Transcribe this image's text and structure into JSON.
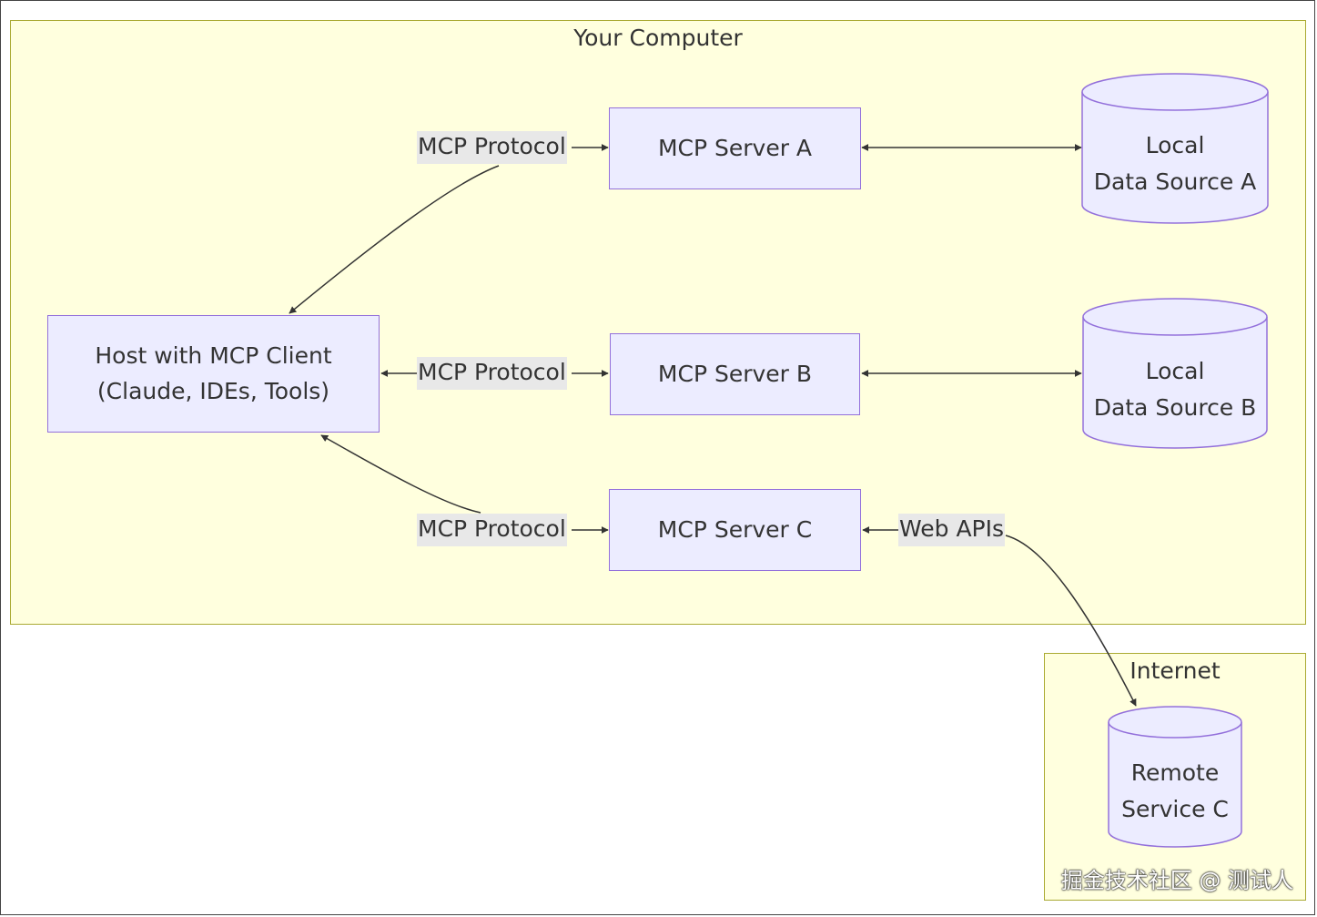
{
  "clusters": {
    "local": {
      "title": "Your Computer"
    },
    "internet": {
      "title": "Internet"
    }
  },
  "nodes": {
    "host": {
      "line1": "Host with MCP Client",
      "line2": "(Claude, IDEs, Tools)"
    },
    "server_a": {
      "label": "MCP Server A"
    },
    "server_b": {
      "label": "MCP Server B"
    },
    "server_c": {
      "label": "MCP Server C"
    },
    "source_a": {
      "line1": "Local",
      "line2": "Data Source A"
    },
    "source_b": {
      "line1": "Local",
      "line2": "Data Source B"
    },
    "remote_c": {
      "line1": "Remote",
      "line2": "Service C"
    }
  },
  "edges": {
    "host_a": "MCP Protocol",
    "host_b": "MCP Protocol",
    "host_c": "MCP Protocol",
    "c_remote": "Web APIs"
  },
  "watermark": "掘金技术社区 @ 测试人",
  "colors": {
    "cluster_fill": "#ffffde",
    "cluster_border": "#aaaa33",
    "node_fill": "#ececff",
    "node_border": "#9370db",
    "edge_stroke": "#333333",
    "label_bg": "#e8e8e8"
  }
}
